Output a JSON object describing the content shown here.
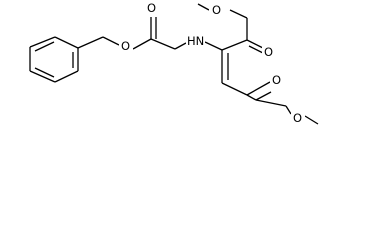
{
  "molecule": {
    "atoms": {
      "nh": "HN",
      "o_carbamate_ester": "O",
      "o_carbamate_carbonyl": "O",
      "o_ester1_methoxy": "O",
      "o_ester1_carbonyl": "O",
      "o_ester2_methoxy": "O",
      "o_ester2_carbonyl": "O"
    }
  }
}
